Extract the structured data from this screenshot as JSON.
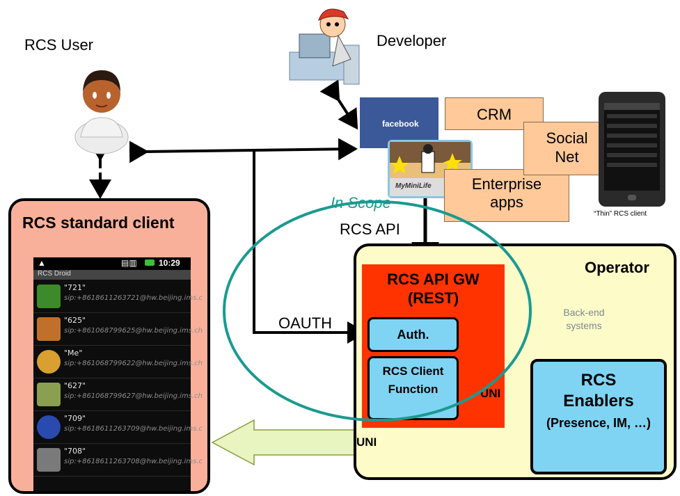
{
  "labels": {
    "rcs_user": "RCS User",
    "developer": "Developer",
    "rcs_standard_client": "RCS standard client",
    "in_scope": "In Scope",
    "rcs_api": "RCS API",
    "oauth": "OAUTH",
    "operator": "Operator",
    "thin_client": "“Thin” RCS client"
  },
  "apps": {
    "crm": "CRM",
    "social_net": "Social Net",
    "enterprise_apps": "Enterprise apps",
    "facebook": "facebook",
    "myminilife": "MyMiniLife"
  },
  "gateway": {
    "title": "RCS API GW (REST)",
    "auth": "Auth.",
    "client_function": "RCS Client Function"
  },
  "backend": "Back-end systems",
  "enablers": {
    "title": "RCS Enablers",
    "subtitle": "(Presence, IM, …)"
  },
  "interfaces": {
    "uni_inner": "UNI",
    "uni_outer": "UNI"
  },
  "phone": {
    "time": "10:29",
    "app_title": "RCS Droid",
    "contacts": [
      {
        "name": "\"721\"",
        "address": "sip:+8618611263721@hw.beijing.ims.c"
      },
      {
        "name": "\"625\"",
        "address": "sip:+861068799625@hw.beijing.ims.ch"
      },
      {
        "name": "\"Me\"",
        "address": "sip:+861068799622@hw.beijing.ims.ch"
      },
      {
        "name": "\"627\"",
        "address": "sip:+861068799627@hw.beijing.ims.ch"
      },
      {
        "name": "\"709\"",
        "address": "sip:+8618611263709@hw.beijing.ims.c"
      },
      {
        "name": "\"708\"",
        "address": "sip:+8618611263708@hw.beijing.ims.c"
      }
    ]
  },
  "colors": {
    "standard_client_fill": "#f9b09a",
    "operator_fill": "#fdfbc8",
    "gateway_fill": "#ff3300",
    "blue_box_fill": "#7fd4f4",
    "app_box_fill": "#ffc99a",
    "scope_circle": "#1a9a90",
    "uni_arrow_fill": "#e8f5c0"
  }
}
